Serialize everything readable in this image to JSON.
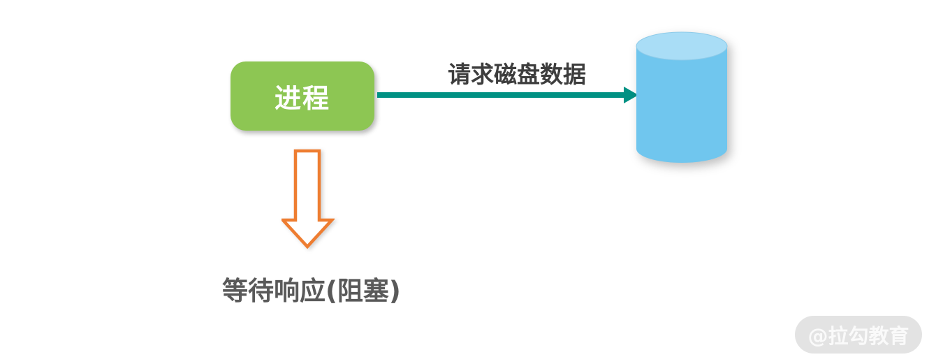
{
  "diagram": {
    "process_label": "进程",
    "request_label": "请求磁盘数据",
    "wait_label": "等待响应(阻塞)",
    "watermark": "@拉勾教育",
    "colors": {
      "process_green": "#8DC653",
      "arrow_teal": "#009183",
      "disk_body_blue": "#70C6EE",
      "disk_top_blue": "#A9DDF6",
      "down_arrow_orange": "#EE7D31",
      "request_label_dark": "#3D3D3D",
      "wait_label_gray": "#595959",
      "watermark_bg": "#E3E3E3",
      "watermark_text": "#FAFAFA",
      "background": "#FFFFFF"
    }
  }
}
